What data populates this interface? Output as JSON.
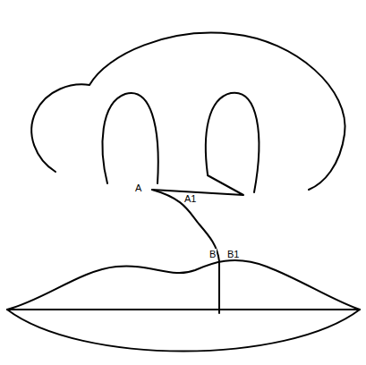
{
  "diagram": {
    "labels": [
      "A",
      "A1",
      "B",
      "B1"
    ]
  }
}
